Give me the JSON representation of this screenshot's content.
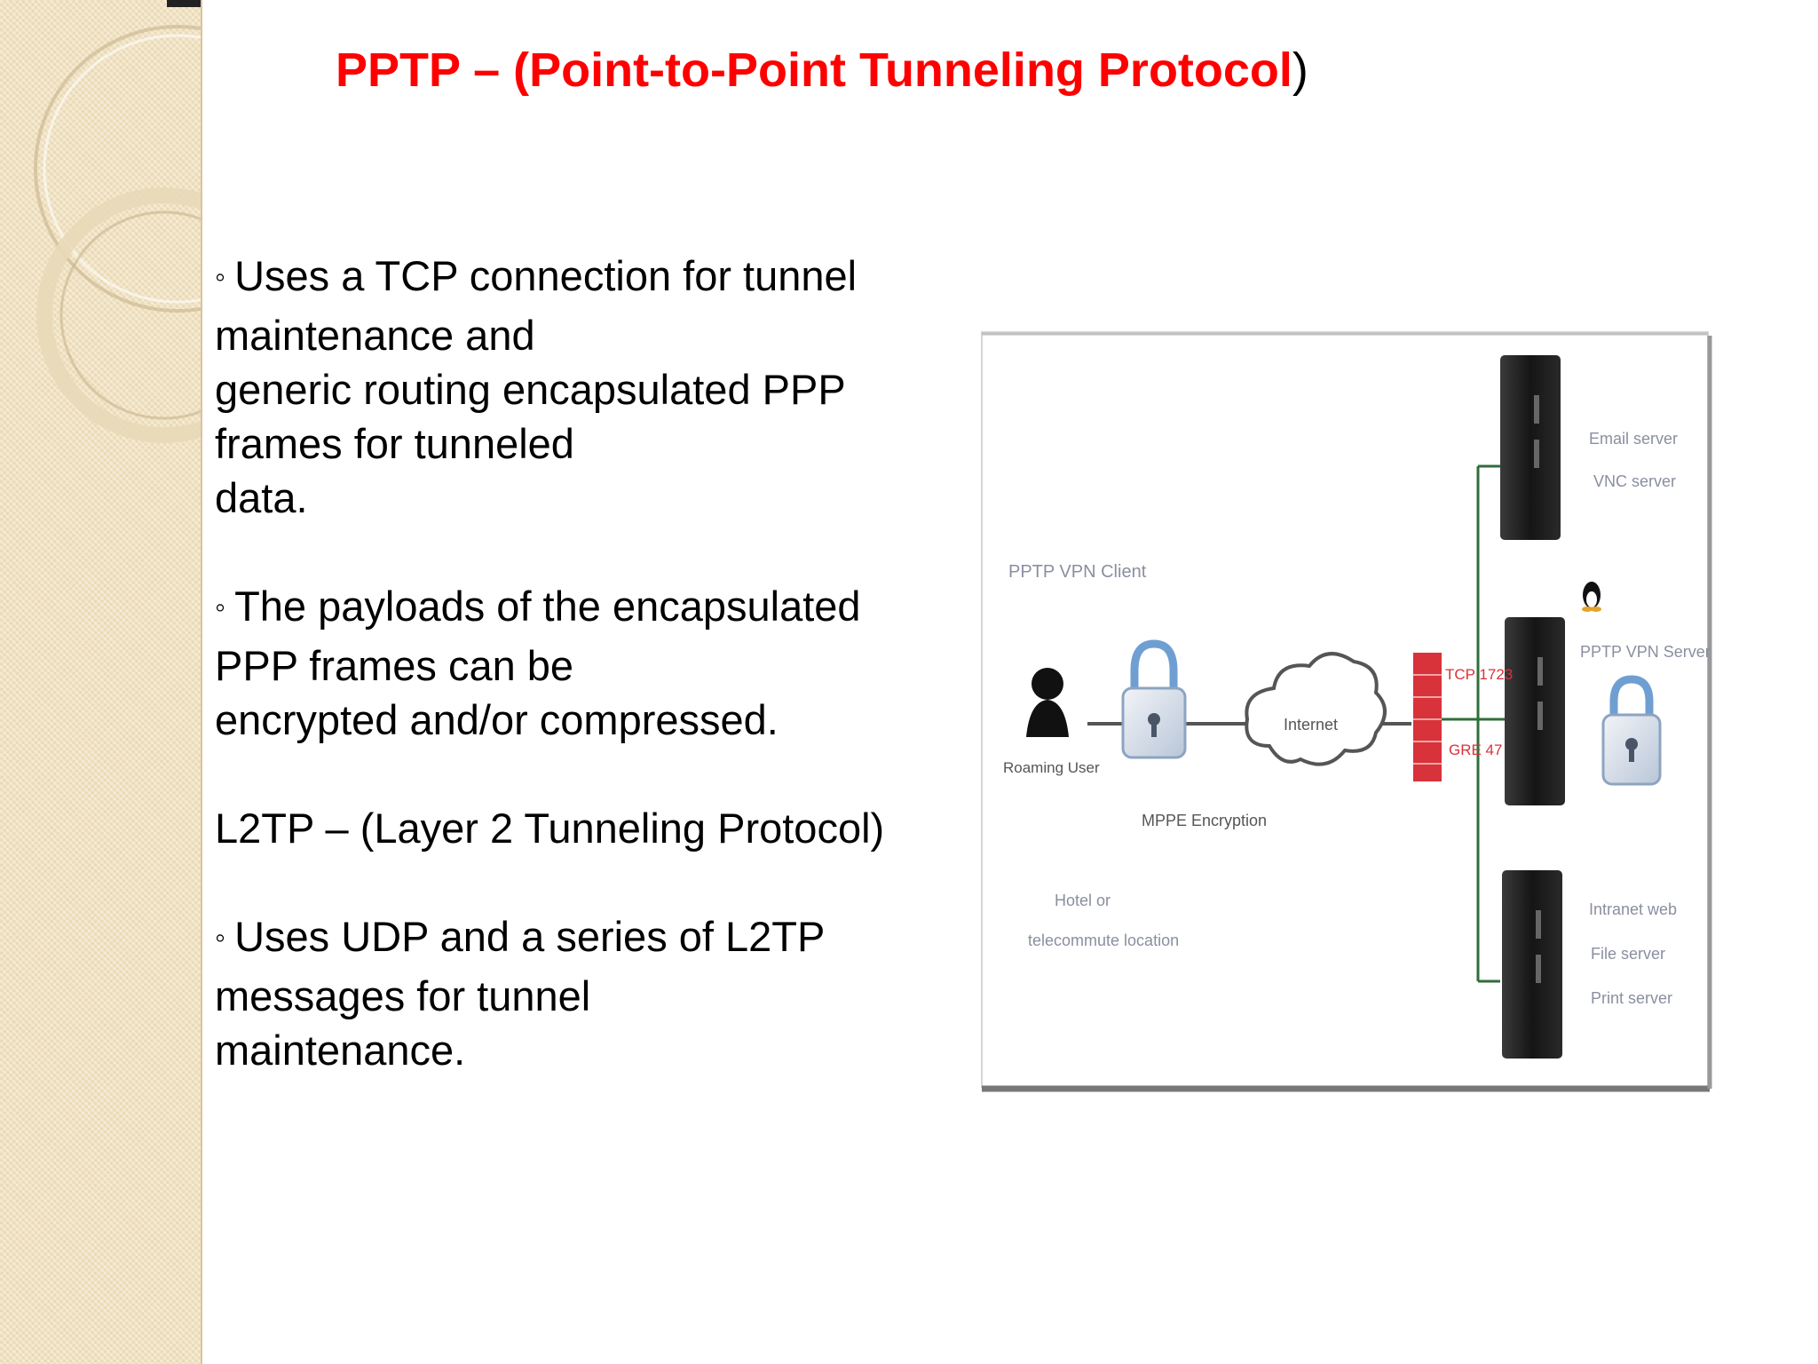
{
  "slide": {
    "title_main": "PPTP – (Point-to-Point Tunneling Protocol",
    "title_close": ")",
    "bullet_symbol": "◦",
    "pptp_bullet_1": {
      "lines": [
        "Uses a TCP connection for tunnel",
        "maintenance and",
        "generic routing encapsulated PPP",
        "frames for tunneled",
        "data."
      ]
    },
    "pptp_bullet_2": {
      "lines": [
        "The payloads of the encapsulated",
        "PPP frames can be",
        "encrypted and/or compressed."
      ]
    },
    "l2tp_heading": "L2TP – (Layer 2 Tunneling Protocol)",
    "l2tp_bullet_1": {
      "lines": [
        "Uses UDP and a series of L2TP",
        "messages for tunnel",
        "maintenance."
      ]
    }
  },
  "diagram": {
    "client_label": "PPTP VPN Client",
    "user_label": "Roaming User",
    "encryption_label": "MPPE Encryption",
    "cloud_label": "Internet",
    "port_label_1": "TCP 1723",
    "port_label_2": "GRE 47",
    "location_label_1": "Hotel or",
    "location_label_2": "telecommute location",
    "server_top_label_1": "Email server",
    "server_top_label_2": "VNC server",
    "server_mid_label": "PPTP VPN Server",
    "server_bottom_label_1": "Intranet web",
    "server_bottom_label_2": "File server",
    "server_bottom_label_3": "Print server",
    "colors": {
      "line_green": "#2f6e3a",
      "firewall_red": "#d8323a",
      "server_black": "#1b1b1b",
      "label_gray": "#8a8fa0",
      "lock_blue": "#6f9fd2"
    }
  }
}
